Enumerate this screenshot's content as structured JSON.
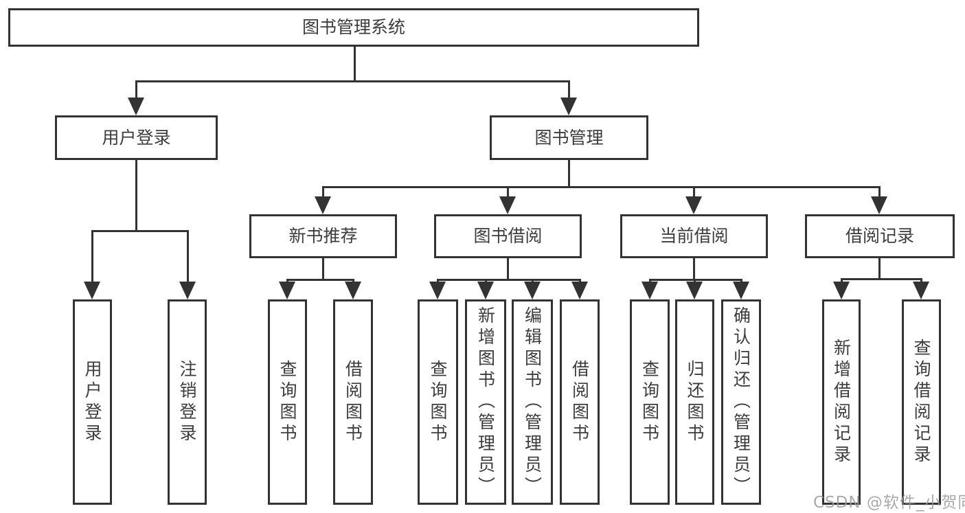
{
  "diagram_title": "图书管理系统",
  "watermark": "CSDN @软件_小贺同学",
  "colors": {
    "line": "#333333",
    "text": "#3c3c3c",
    "bg": "#ffffff",
    "wm": "#9b9b9b"
  },
  "tree": {
    "label": "图书管理系统",
    "children": [
      {
        "label": "用户登录",
        "children": [
          {
            "label": "用户登录"
          },
          {
            "label": "注销登录"
          }
        ]
      },
      {
        "label": "图书管理",
        "children": [
          {
            "label": "新书推荐",
            "children": [
              {
                "label": "查询图书"
              },
              {
                "label": "借阅图书"
              }
            ]
          },
          {
            "label": "图书借阅",
            "children": [
              {
                "label": "查询图书"
              },
              {
                "label": "新增图书（管理员）"
              },
              {
                "label": "编辑图书（管理员）"
              },
              {
                "label": "借阅图书"
              }
            ]
          },
          {
            "label": "当前借阅",
            "children": [
              {
                "label": "查询图书"
              },
              {
                "label": "归还图书"
              },
              {
                "label": "确认归还（管理员）"
              }
            ]
          },
          {
            "label": "借阅记录",
            "children": [
              {
                "label": "新增借阅记录"
              },
              {
                "label": "查询借阅记录"
              }
            ]
          }
        ]
      }
    ]
  }
}
